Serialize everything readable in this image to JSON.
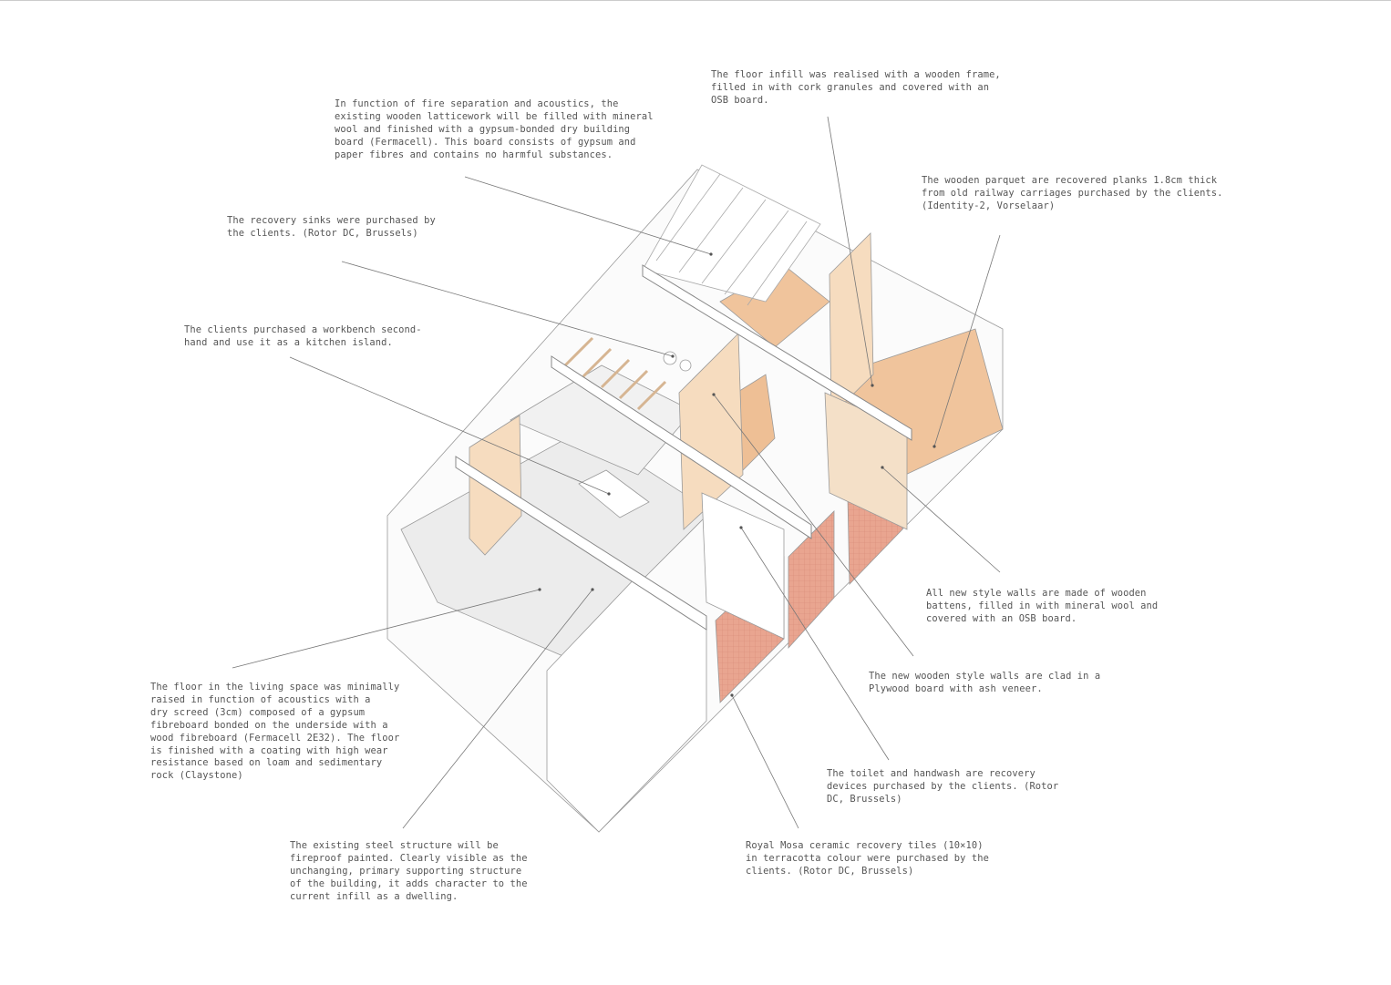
{
  "colors": {
    "wood": "#f6dcbf",
    "parquet": "#f0c49c",
    "tile": "#e9a590",
    "floor": "#ececec",
    "line": "#777"
  },
  "annotations": {
    "floor_infill": "The floor infill was realised with a wooden frame,\nfilled in with cork granules and covered with an\nOSB board.",
    "fire_separation": "In function of fire separation and acoustics, the\nexisting wooden latticework will be filled with mineral\nwool and finished with a gypsum-bonded dry building\nboard (Fermacell). This board consists of gypsum and\npaper fibres and contains no harmful substances.",
    "parquet": "The wooden parquet are recovered planks 1.8cm thick\nfrom old railway carriages purchased by the clients.\n(Identity-2, Vorselaar)",
    "sinks": "The recovery sinks were purchased by\nthe clients. (Rotor DC, Brussels)",
    "workbench": "The clients purchased a workbench second-\nhand and use it as a kitchen island.",
    "new_walls": "All new style walls are made of wooden\nbattens, filled in with mineral wool and\ncovered with an OSB board.",
    "plywood": "The new wooden style walls are clad in a\nPlywood board with ash veneer.",
    "living_floor": "The floor in the living space was minimally\nraised in function of acoustics with a\ndry screed (3cm) composed of a gypsum\nfibreboard bonded on the underside with a\nwood fibreboard (Fermacell 2E32). The floor\nis finished with a coating with high wear\nresistance based on loam and sedimentary\nrock (Claystone)",
    "toilet": "The toilet and handwash are recovery\ndevices purchased by the clients. (Rotor\nDC, Brussels)",
    "steel": "The existing steel structure will be\nfireproof painted. Clearly visible as the\nunchanging, primary supporting structure\nof the building, it adds character to the\ncurrent infill as a dwelling.",
    "tiles": "Royal Mosa ceramic recovery tiles (10×10)\nin terracotta colour were purchased by the\nclients. (Rotor DC, Brussels)"
  }
}
